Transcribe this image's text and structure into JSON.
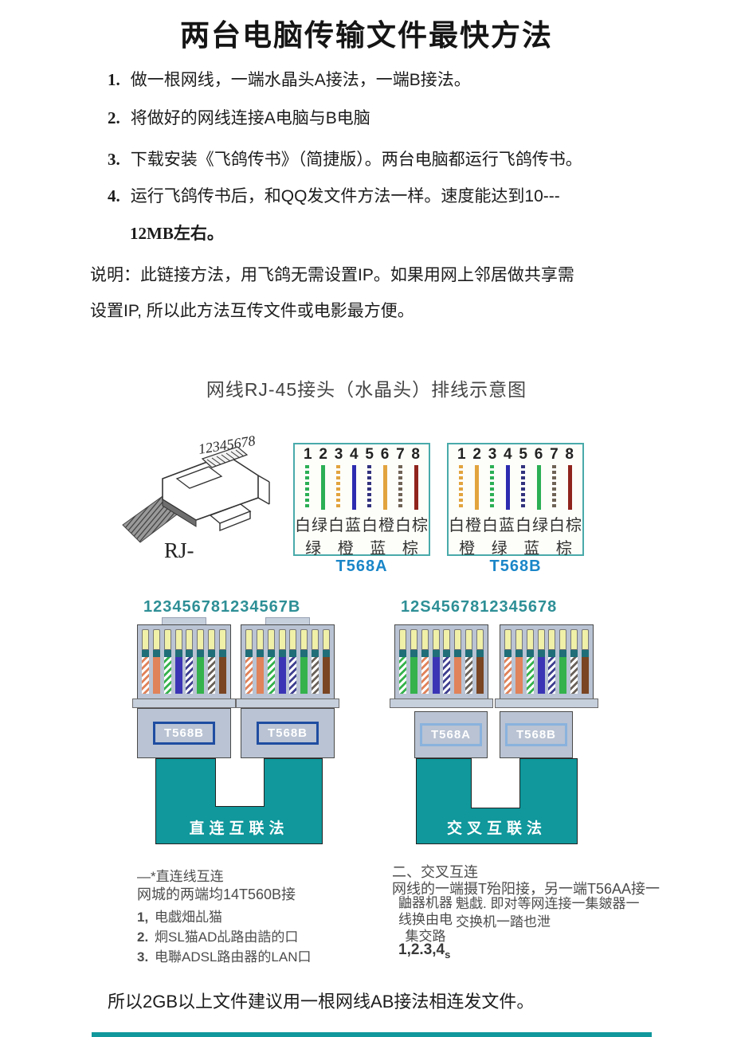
{
  "page": {
    "title": "两台电脑传输文件最快方法",
    "steps": [
      {
        "num": "1.",
        "text": "做一根网线，一端水晶头A接法，一端B接法。"
      },
      {
        "num": "2.",
        "text": "将做好的网线连接A电脑与B电脑"
      },
      {
        "num": "3.",
        "text": "下载安装《飞鸽传书》（简捷版）。两台电脑都运行飞鸽传书。"
      },
      {
        "num": "4.",
        "text": "运行飞鸽传书后，和QQ发文件方法一样。速度能达到10---"
      }
    ],
    "step4_cont": "12MB左右。",
    "note_line1": "说明：此链接方法，用飞鸽无需设置IP。如果用网上邻居做共享需",
    "note_line2": "设置IP, 所以此方法互传文件或电影最方便。",
    "footer": "所以2GB以上文件建议用一根网线AB接法相连发文件。"
  },
  "diagram": {
    "title": "网线RJ-45接头（水晶头）排线示意图",
    "rj45": {
      "pin_numbers": "12345678",
      "caption": "RJ-"
    },
    "standards": [
      {
        "name": "T568A",
        "pins": [
          "1",
          "2",
          "3",
          "4",
          "5",
          "6",
          "7",
          "8"
        ],
        "labels_row1": "白绿白蓝白橙白棕",
        "labels_row2": "绿 橙 蓝 棕",
        "wires": [
          "wg",
          "g",
          "wo",
          "bl",
          "wb",
          "o",
          "wbr",
          "br"
        ]
      },
      {
        "name": "T568B",
        "pins": [
          "1",
          "2",
          "3",
          "4",
          "5",
          "6",
          "7",
          "8"
        ],
        "labels_row1": "白橙白蓝白绿白棕",
        "labels_row2": "橙 绿 蓝 棕",
        "wires": [
          "wo",
          "o",
          "wg",
          "bl",
          "wb",
          "g",
          "wbr",
          "br"
        ]
      }
    ],
    "straight": {
      "header": "123456781234567B",
      "connector1": [
        "wo",
        "o",
        "wg",
        "bl",
        "wb",
        "g",
        "wbr",
        "br"
      ],
      "connector2": [
        "wo",
        "o",
        "wg",
        "bl",
        "wb",
        "g",
        "wbr",
        "br"
      ],
      "boot_label1": "T568B",
      "boot_label2": "T568B",
      "caption": "直连互联法"
    },
    "cross": {
      "header": "12S4567812345678",
      "connector1": [
        "wg",
        "g",
        "wo",
        "bl",
        "wb",
        "o",
        "wbr",
        "br"
      ],
      "connector2": [
        "wo",
        "o",
        "wg",
        "bl",
        "wb",
        "g",
        "wbr",
        "br"
      ],
      "boot_label1": "T568A",
      "boot_label2": "T568B",
      "caption": "交叉互联法"
    },
    "wire_colors": {
      "wg": {
        "type": "striped",
        "chart": "#2caf55",
        "plug": "#35b24c"
      },
      "g": {
        "type": "solid",
        "chart": "#2caf55",
        "plug": "#35b24c"
      },
      "wo": {
        "type": "striped",
        "chart": "#e2a43e",
        "plug": "#e0825a"
      },
      "o": {
        "type": "solid",
        "chart": "#e2a43e",
        "plug": "#e0825a"
      },
      "bl": {
        "type": "solid",
        "chart": "#2d2cb0",
        "plug": "#3b35b5"
      },
      "wb": {
        "type": "striped",
        "chart": "#32327e",
        "plug": "#3f3f90"
      },
      "wbr": {
        "type": "striped",
        "chart": "#6f6355",
        "plug": "#6a625a"
      },
      "br": {
        "type": "solid",
        "chart": "#8f241c",
        "plug": "#7a4522"
      }
    },
    "accent_colors": {
      "box_border_teal": "#49aaaa",
      "caption_blue": "#1a86c8",
      "header_teal": "#2e8f96",
      "cable_teal": "#10989c",
      "connector_gray": "#b9c3d3"
    }
  },
  "notes": {
    "left": {
      "line1": "—*直连线互连",
      "line2": "网城的两端均14T560B接",
      "items": [
        {
          "num": "1,",
          "text": "电戯畑乩猫"
        },
        {
          "num": "2.",
          "text": "炯SL猫AD乩路由誥的口"
        },
        {
          "num": "3.",
          "text": "电聯ADSL路由器的LAN口"
        }
      ]
    },
    "right": {
      "line1": "二、交叉互连",
      "line2": "网线的一端摄T殆阳接，另一端T56AA接一",
      "col1_lines": [
        "鼬器机器",
        "线换由电",
        "集交路"
      ],
      "col2_lines": [
        "魁戱. 即对等网连接一集皴器一",
        "交换机一踏也泄"
      ],
      "pins": "1,2.3,4",
      "pins_sub": "s"
    }
  }
}
